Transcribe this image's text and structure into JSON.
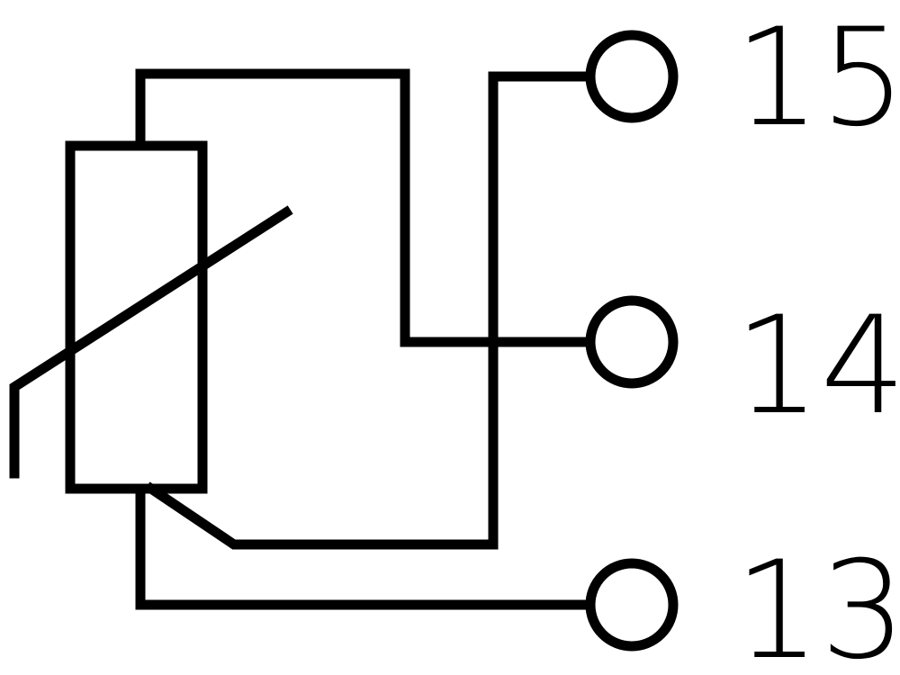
{
  "colors": {
    "line": "#000000",
    "background": "#ffffff"
  },
  "terminals": [
    {
      "label": "15"
    },
    {
      "label": "14"
    },
    {
      "label": "13"
    }
  ],
  "symbol": {
    "resistor-icon": "resistor-icon",
    "variable-arrow-icon": "variable-arrow-icon"
  }
}
